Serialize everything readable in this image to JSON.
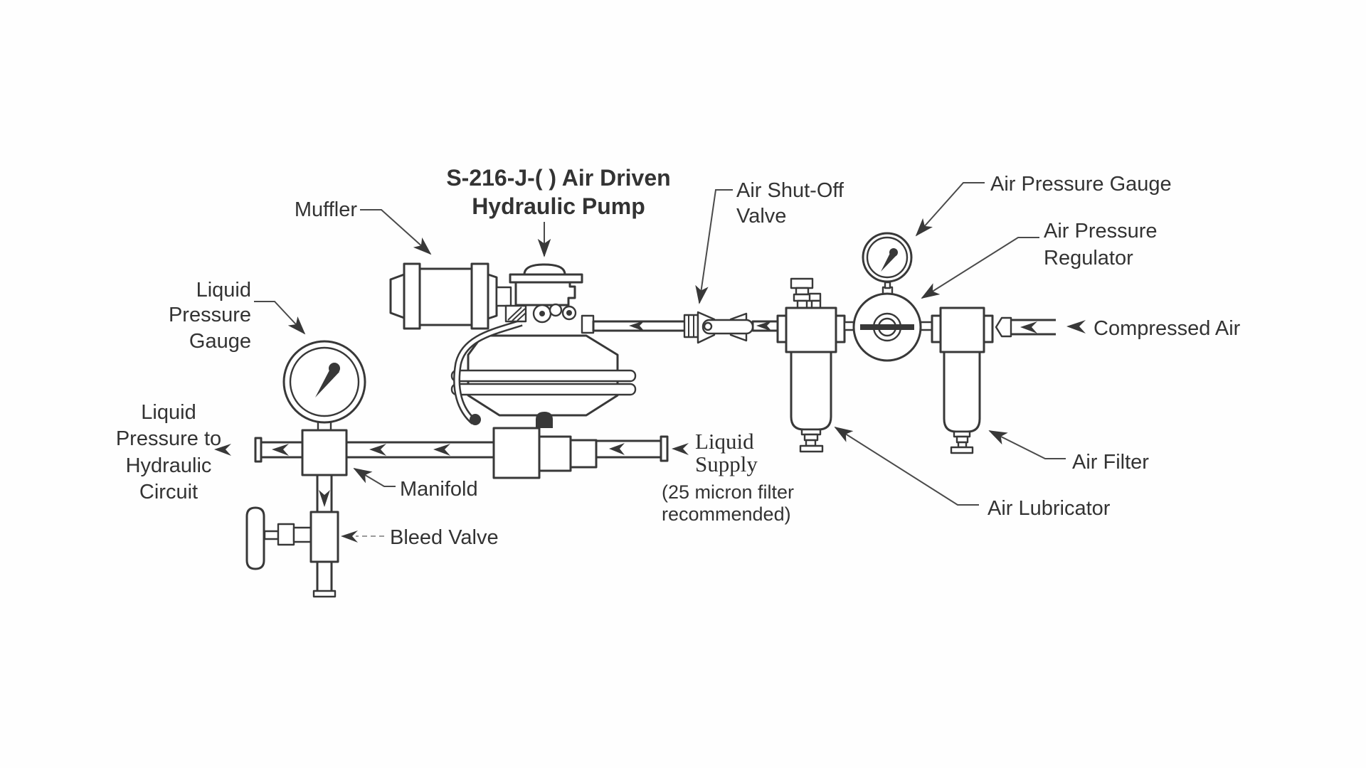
{
  "diagram": {
    "background": "#fefefe",
    "colors": {
      "line": "#383838",
      "text": "#333333",
      "leader": "#4a4a4a",
      "muted_leader": "#9a9a9a"
    },
    "title": [
      "S-216-J-( ) Air Driven",
      "Hydraulic Pump"
    ],
    "labels": {
      "muffler": "Muffler",
      "air_shutoff_valve": [
        "Air Shut-Off",
        "Valve"
      ],
      "air_pressure_gauge": "Air Pressure Gauge",
      "air_pressure_regulator": [
        "Air Pressure",
        "Regulator"
      ],
      "compressed_air": "Compressed Air",
      "air_filter": "Air Filter",
      "air_lubricator": "Air Lubricator",
      "liquid_pressure_gauge": [
        "Liquid",
        "Pressure",
        "Gauge"
      ],
      "liquid_pressure_circuit": [
        "Liquid",
        "Pressure to",
        "Hydraulic",
        "Circuit"
      ],
      "manifold": "Manifold",
      "bleed_valve": "Bleed Valve",
      "liquid_supply": [
        "Liquid",
        "Supply"
      ],
      "filter_note": [
        "(25 micron filter",
        "recommended)"
      ]
    }
  }
}
